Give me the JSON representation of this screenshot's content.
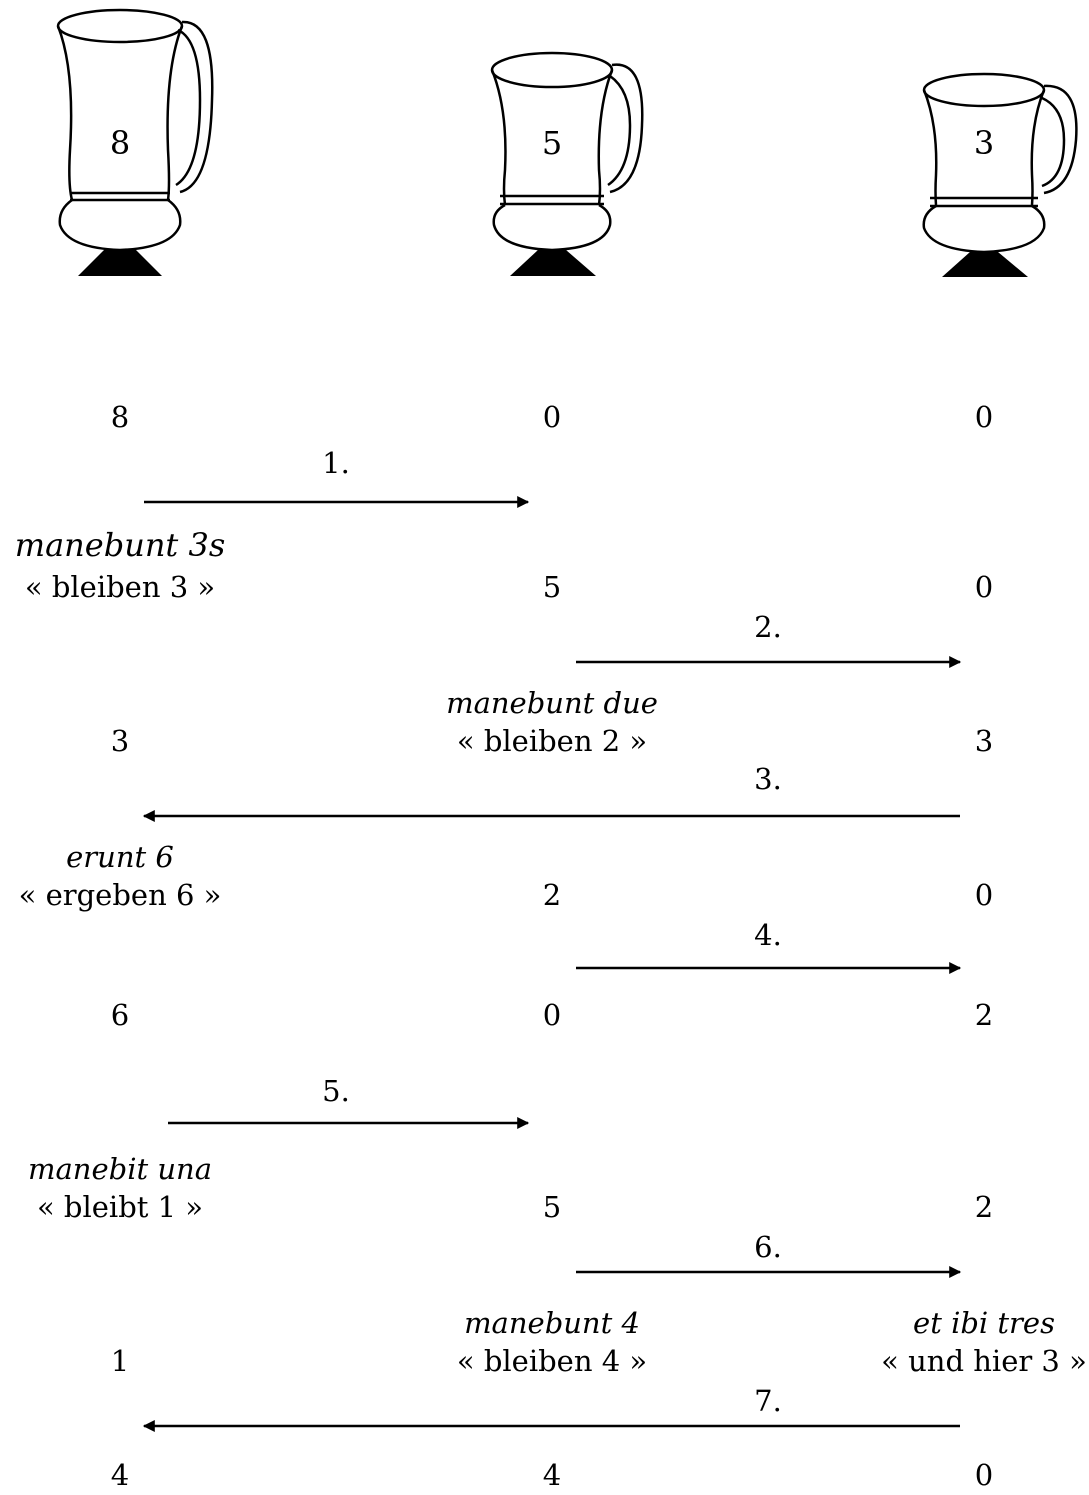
{
  "jugs": [
    {
      "capacity": "8"
    },
    {
      "capacity": "5"
    },
    {
      "capacity": "3"
    }
  ],
  "states": [
    [
      "8",
      "0",
      "0"
    ],
    [
      "",
      "5",
      "0"
    ],
    [
      "3",
      "",
      "3"
    ],
    [
      "",
      "2",
      "0"
    ],
    [
      "6",
      "0",
      "2"
    ],
    [
      "",
      "5",
      "2"
    ],
    [
      "1",
      "",
      ""
    ],
    [
      "4",
      "4",
      "0"
    ]
  ],
  "steps": [
    {
      "label": "1.",
      "direction": "right"
    },
    {
      "label": "2.",
      "direction": "right"
    },
    {
      "label": "3.",
      "direction": "left"
    },
    {
      "label": "4.",
      "direction": "right"
    },
    {
      "label": "5.",
      "direction": "right"
    },
    {
      "label": "6.",
      "direction": "right"
    },
    {
      "label": "7.",
      "direction": "left"
    }
  ],
  "annotations": [
    {
      "latin": "manebunt 3s",
      "german": "« bleiben 3 »"
    },
    {
      "latin": "manebunt due",
      "german": "« bleiben 2 »"
    },
    {
      "latin": "erunt 6",
      "german": "« ergeben 6 »"
    },
    {
      "latin": "manebit una",
      "german": "« bleibt 1 »"
    },
    {
      "latin": "manebunt 4",
      "german": "« bleiben 4 »"
    },
    {
      "latin": "et ibi tres",
      "german": "« und hier 3 »"
    }
  ],
  "colors": {
    "ink": "#000000",
    "background": "#ffffff"
  }
}
